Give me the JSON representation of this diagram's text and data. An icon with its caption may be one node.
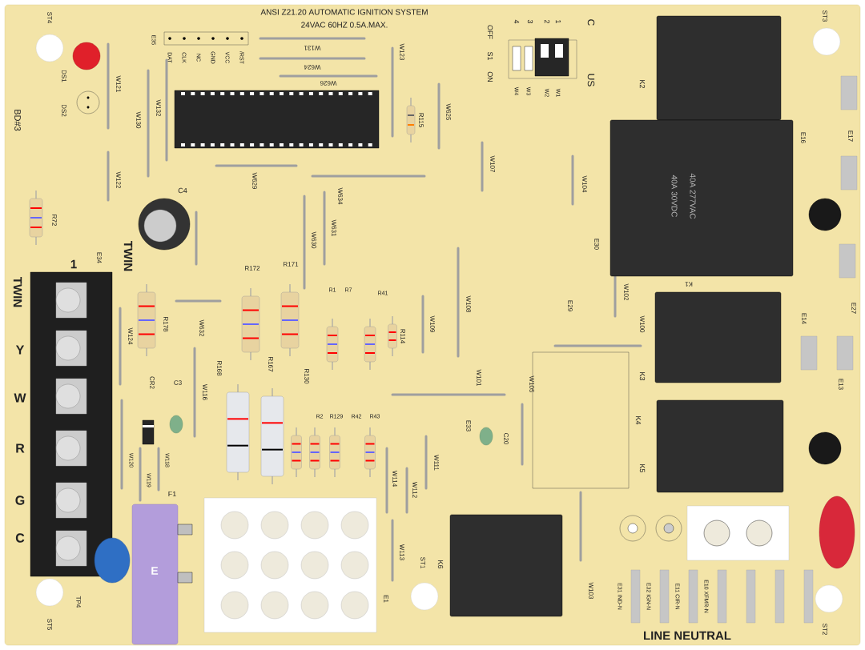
{
  "diagram": {
    "labels": [
      "ANSI Z21.20 AUTOMATIC IGNITION SYSTEM",
      "24VAC 60HZ 0.5A.MAX.",
      "ST4",
      "DS1",
      "DS2",
      "BD#3",
      "E35",
      "DAT",
      "CLK",
      "NC",
      "GND",
      "VCC",
      "/RST",
      "W121",
      "W130",
      "W132",
      "W131",
      "W624",
      "W626",
      "W123",
      "R115",
      "W625",
      "4",
      "3",
      "2",
      "1",
      "C",
      "OFF",
      "S1",
      "ON",
      "W4",
      "W3",
      "W2",
      "W1",
      "US",
      "ST3",
      "K2",
      "E16",
      "E17",
      "W122",
      "W629",
      "W634",
      "C4",
      "W107",
      "W104",
      "R72",
      "40A 30VDC",
      "40A 277VAC",
      "TWIN",
      "1",
      "E34",
      "TWIN",
      "W630",
      "W631",
      "R172",
      "R171",
      "R1",
      "R7",
      "R41",
      "K1",
      "E27",
      "W124",
      "R178",
      "W632",
      "R114",
      "W109",
      "W108",
      "E30",
      "E29",
      "W102",
      "W100",
      "E14",
      "E13",
      "Y",
      "CR2",
      "C3",
      "W116",
      "R168",
      "R167",
      "R130",
      "W101",
      "W105",
      "K3",
      "W",
      "R2",
      "R129",
      "R42",
      "R43",
      "E33",
      "C20",
      "K4",
      "R",
      "W120",
      "W119",
      "W118",
      "W114",
      "W111",
      "W112",
      "K5",
      "F1",
      "G",
      "W113",
      "E",
      "C",
      "ST1",
      "E1",
      "K6",
      "W103",
      "E31 IND-N",
      "E32 IGN-N",
      "E11 CIR-N",
      "E10 XFMR-N",
      "TP4",
      "ST5",
      "ST2",
      "LINE NEUTRAL"
    ]
  }
}
